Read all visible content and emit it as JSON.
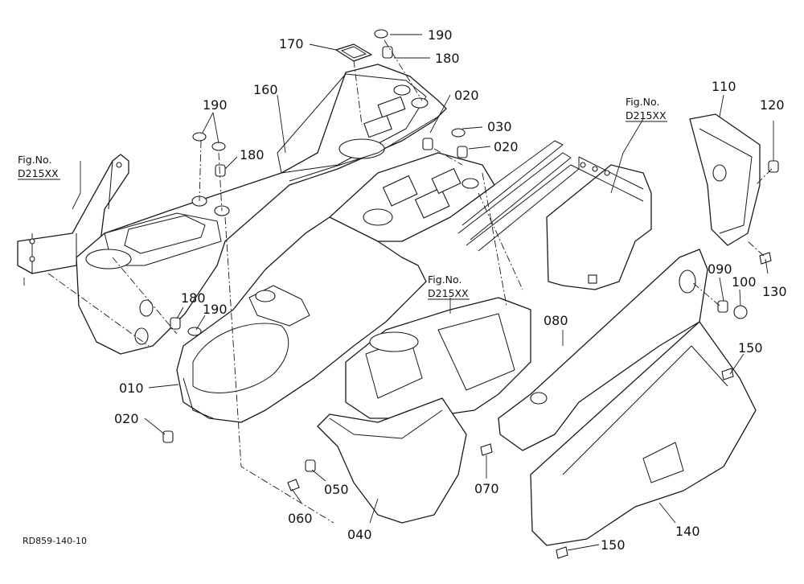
{
  "drawing_code": "RD859-140-10",
  "figure_refs": [
    {
      "id": "ref-left",
      "line1": "Fig.No.",
      "line2": "D215XX"
    },
    {
      "id": "ref-center",
      "line1": "Fig.No.",
      "line2": "D215XX"
    },
    {
      "id": "ref-right",
      "line1": "Fig.No.",
      "line2": "D215XX"
    }
  ],
  "labels": {
    "p170": "170",
    "p190_top": "190",
    "p180_top": "180",
    "p160": "160",
    "p020_top": "020",
    "p030": "030",
    "p020_mid": "020",
    "p110": "110",
    "p120": "120",
    "p190_left": "190",
    "p180_left": "180",
    "p090": "090",
    "p100": "100",
    "p130": "130",
    "p180_low": "180",
    "p190_low": "190",
    "p080": "080",
    "p150_right": "150",
    "p010": "010",
    "p020_low": "020",
    "p070": "070",
    "p050": "050",
    "p060": "060",
    "p040": "040",
    "p140": "140",
    "p150_bottom": "150"
  }
}
